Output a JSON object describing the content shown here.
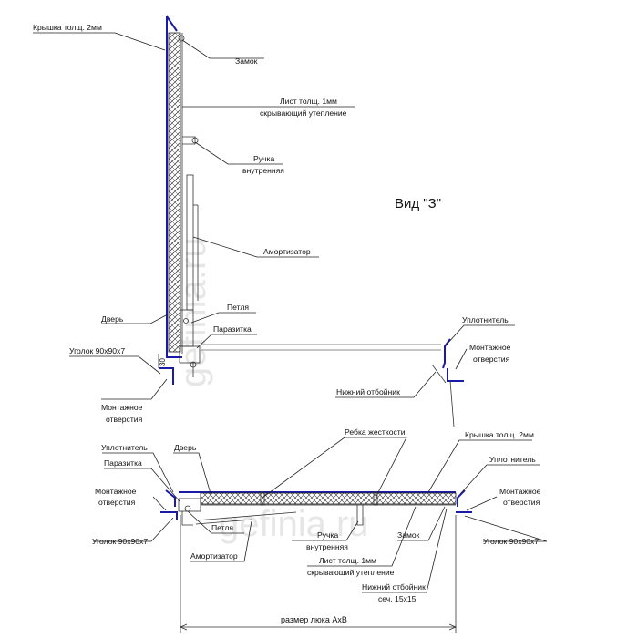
{
  "view_title": "Вид \"З\"",
  "watermark": "gefinia.ru",
  "dimensions": {
    "hatch_size": "размер люка АхВ",
    "corner_gap": "30"
  },
  "side_view": {
    "labels": {
      "cover": "Крышка толщ. 2мм",
      "lock": "Замок",
      "sheet_line1": "Лист толщ. 1мм",
      "sheet_line2": "скрывающий утепление",
      "handle_line1": "Ручка",
      "handle_line2": "внутренняя",
      "shock_absorber": "Амортизатор",
      "hinge": "Петля",
      "door": "Дверь",
      "parasite": "Паразитка",
      "corner": "Уголок 90х90х7",
      "mount_line1": "Монтажное",
      "mount_line2": "отверстия",
      "seal": "Уплотнитель",
      "mount_right_line1": "Монтажное",
      "mount_right_line2": "отверстия",
      "bottom_stop": "Нижний отбойник"
    }
  },
  "top_view": {
    "labels": {
      "stiffener": "Ребка жесткости",
      "seal_left": "Уплотнитель",
      "door": "Дверь",
      "parasite": "Паразитка",
      "mount_left_line1": "Монтажное",
      "mount_left_line2": "отверстия",
      "corner_left": "Уголок 90х90х7",
      "hinge": "Петля",
      "shock_absorber": "Амортизатор",
      "handle_line1": "Ручка",
      "handle_line2": "внутренняя",
      "sheet_line1": "Лист толщ. 1мм",
      "sheet_line2": "скрывающий утепление",
      "lock": "Замок",
      "cover": "Крышка толщ. 2мм",
      "seal_right": "Уплотнитель",
      "mount_right_line1": "Монтажное",
      "mount_right_line2": "отверстия",
      "corner_right": "Уголок 90х90х7",
      "bottom_stop_line1": "Нижний отбойник",
      "bottom_stop_line2": "сеч. 15х15"
    }
  }
}
